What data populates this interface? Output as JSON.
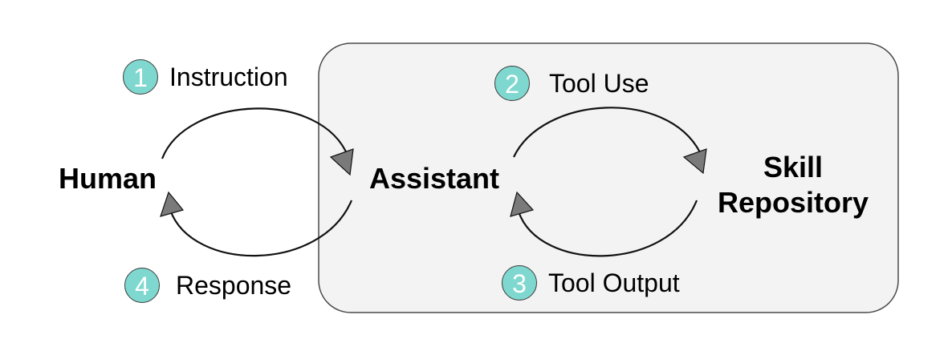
{
  "colors": {
    "badge_fill": "#7fd8cf",
    "panel_fill": "#f3f3f3",
    "panel_stroke": "#4a4a4a",
    "arrow_stroke": "#111111",
    "arrowhead_fill": "#7a7a7a"
  },
  "nodes": {
    "human": "Human",
    "assistant": "Assistant",
    "skill_repository_line1": "Skill",
    "skill_repository_line2": "Repository"
  },
  "steps": [
    {
      "number": "1",
      "label": "Instruction"
    },
    {
      "number": "2",
      "label": "Tool Use"
    },
    {
      "number": "3",
      "label": "Tool Output"
    },
    {
      "number": "4",
      "label": "Response"
    }
  ]
}
